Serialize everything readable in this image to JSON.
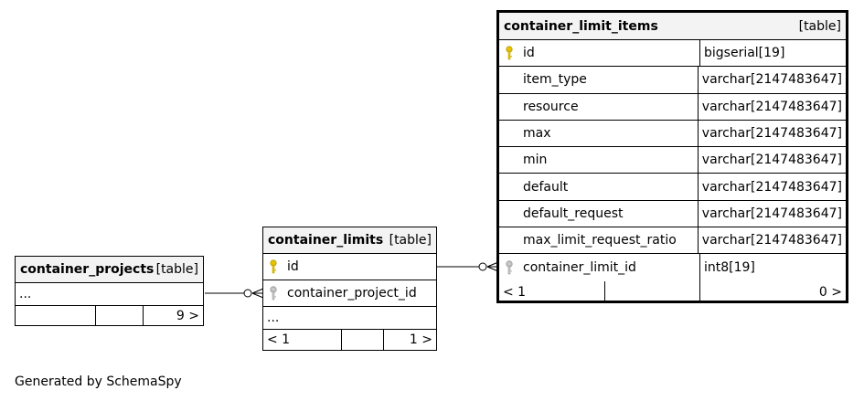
{
  "tables": {
    "container_projects": {
      "name": "container_projects",
      "kind": "[table]",
      "ellipsis": "...",
      "footer": [
        "",
        "",
        "9 >"
      ]
    },
    "container_limits": {
      "name": "container_limits",
      "kind": "[table]",
      "columns": [
        {
          "name": "id",
          "key": "primary"
        },
        {
          "name": "container_project_id",
          "key": "foreign"
        }
      ],
      "ellipsis": "...",
      "footer": [
        "< 1",
        "",
        "1 >"
      ]
    },
    "container_limit_items": {
      "name": "container_limit_items",
      "kind": "[table]",
      "columns": [
        {
          "name": "id",
          "type": "bigserial[19]",
          "key": "primary"
        },
        {
          "name": "item_type",
          "type": "varchar[2147483647]",
          "key": "none"
        },
        {
          "name": "resource",
          "type": "varchar[2147483647]",
          "key": "none"
        },
        {
          "name": "max",
          "type": "varchar[2147483647]",
          "key": "none"
        },
        {
          "name": "min",
          "type": "varchar[2147483647]",
          "key": "none"
        },
        {
          "name": "default",
          "type": "varchar[2147483647]",
          "key": "none"
        },
        {
          "name": "default_request",
          "type": "varchar[2147483647]",
          "key": "none"
        },
        {
          "name": "max_limit_request_ratio",
          "type": "varchar[2147483647]",
          "key": "none"
        },
        {
          "name": "container_limit_id",
          "type": "int8[19]",
          "key": "foreign"
        }
      ],
      "footer": [
        "< 1",
        "",
        "0 >"
      ]
    }
  },
  "colors": {
    "primary_key": "#e6c300",
    "foreign_key": "#a0a0a0"
  },
  "generated_by": "Generated by SchemaSpy"
}
